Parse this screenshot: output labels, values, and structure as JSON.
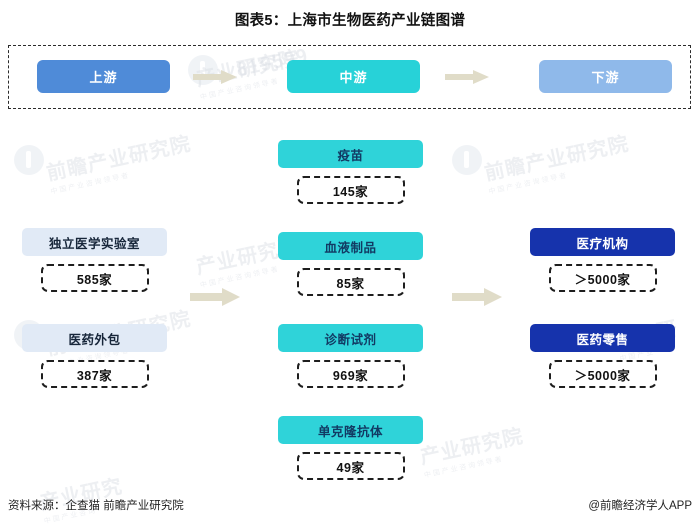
{
  "title": "图表5：上海市生物医药产业链图谱",
  "colors": {
    "upstream_header": "#4f8bd8",
    "midstream_header": "#27d2d8",
    "downstream_header": "#8fb9ea",
    "upstream_node": "#e1eaf6",
    "midstream_node": "#2fd3d9",
    "downstream_node": "#1633ac",
    "arrow": "#e0dcc8",
    "dashed_border": "#1e1e1e"
  },
  "header": {
    "stages": [
      {
        "label": "上游",
        "icon": "stage-box"
      },
      {
        "label": "中游",
        "icon": "stage-box"
      },
      {
        "label": "下游",
        "icon": "stage-box"
      }
    ],
    "arrows": [
      {
        "icon": "arrow-right-icon"
      },
      {
        "icon": "arrow-right-icon"
      }
    ]
  },
  "flow_arrows": [
    {
      "icon": "arrow-right-icon"
    },
    {
      "icon": "arrow-right-icon"
    }
  ],
  "columns": {
    "upstream": {
      "stage": "上游",
      "nodes": [
        {
          "label": "独立医学实验室",
          "count": "585家"
        },
        {
          "label": "医药外包",
          "count": "387家"
        }
      ]
    },
    "midstream": {
      "stage": "中游",
      "nodes": [
        {
          "label": "疫苗",
          "count": "145家"
        },
        {
          "label": "血液制品",
          "count": "85家"
        },
        {
          "label": "诊断试剂",
          "count": "969家"
        },
        {
          "label": "单克隆抗体",
          "count": "49家"
        }
      ]
    },
    "downstream": {
      "stage": "下游",
      "nodes": [
        {
          "label": "医疗机构",
          "count": "＞5000家"
        },
        {
          "label": "医药零售",
          "count": "＞5000家"
        }
      ]
    }
  },
  "footer": {
    "source": "资料来源：企查猫 前瞻产业研究院",
    "credit": "@前瞻经济学人APP"
  },
  "watermarks": [
    {
      "text": "前瞻产业研究院",
      "sub": "中国产业咨询领导者"
    }
  ]
}
